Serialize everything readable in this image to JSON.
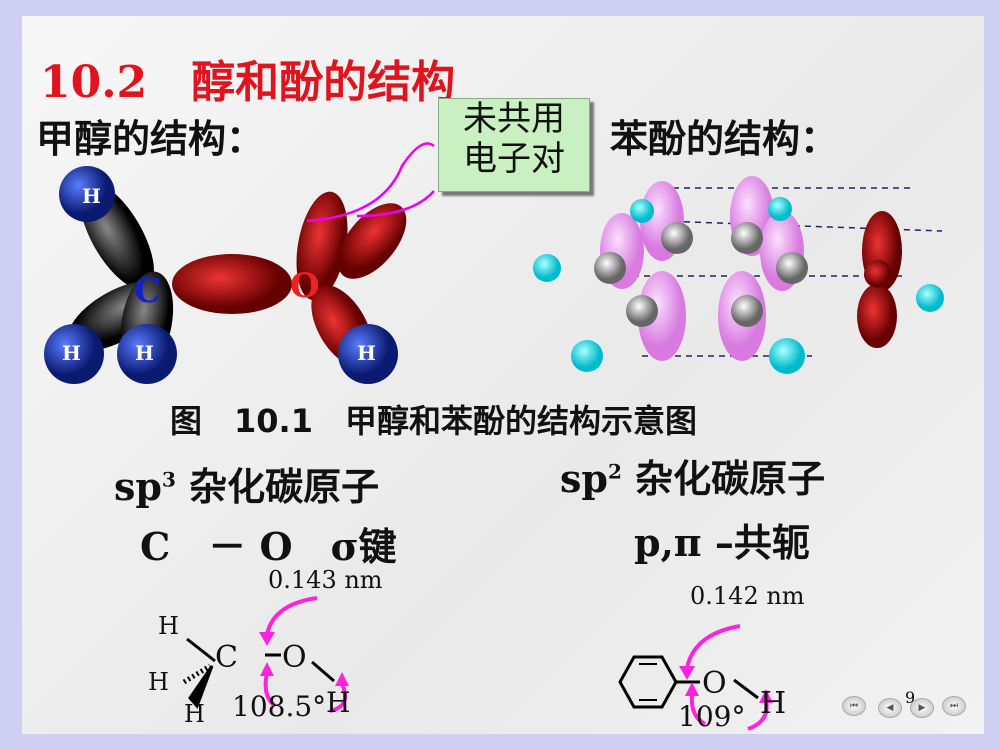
{
  "title": "10.2　醇和酚的结构",
  "methanol_heading": "甲醇的结构：",
  "phenol_heading": "苯酚的结构：",
  "callout": {
    "line1": "未共用",
    "line2": "电子对"
  },
  "methanol_model": {
    "atoms": [
      "H",
      "H",
      "H",
      "C",
      "O",
      "H"
    ]
  },
  "figure_caption": "图　10.1　甲醇和苯酚的结构示意图",
  "left_desc": {
    "hybrid_prefix": "sp",
    "hybrid_sup": "3",
    "hybrid_text": " 杂化碳原子",
    "bond": "C　－ O　σ键"
  },
  "right_desc": {
    "hybrid_prefix": "sp",
    "hybrid_sup": "2",
    "hybrid_text": " 杂化碳原子",
    "conj": "p,π –共轭"
  },
  "methanol_formula": {
    "bond_length": "0.143 nm",
    "angle": "108.5°",
    "atoms": [
      "H",
      "H",
      "H",
      "C",
      "O",
      "H"
    ]
  },
  "phenol_formula": {
    "bond_length": "0.142 nm",
    "angle": "109°",
    "atoms": [
      "O",
      "H"
    ]
  },
  "nav": {
    "page": "9",
    "icons": [
      "first-icon",
      "prev-icon",
      "next-icon",
      "last-icon"
    ]
  },
  "colors": {
    "title": "#e0141e",
    "arrow": "#ff22dd",
    "border": "#cfcff3"
  }
}
